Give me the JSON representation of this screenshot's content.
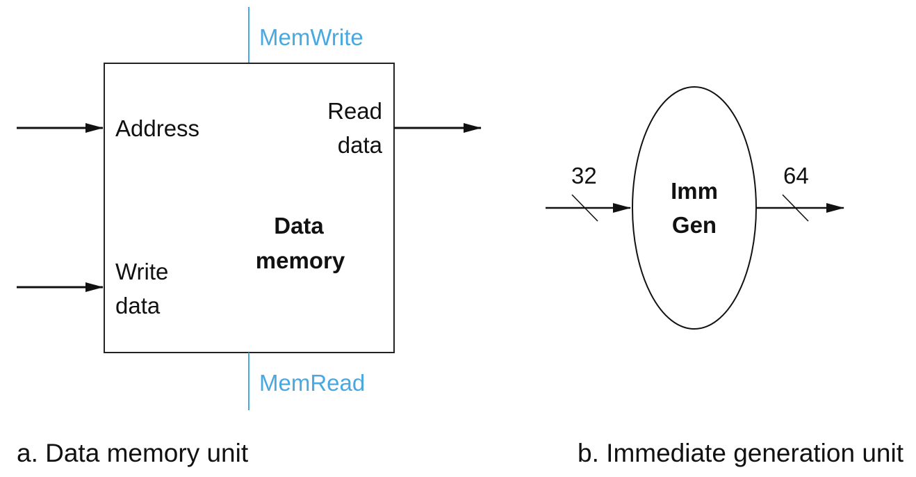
{
  "colors": {
    "control": "#4aa8e0",
    "ink": "#111111",
    "background": "#ffffff"
  },
  "data_memory": {
    "title_line1": "Data",
    "title_line2": "memory",
    "inputs": {
      "address": "Address",
      "write_data_line1": "Write",
      "write_data_line2": "data"
    },
    "outputs": {
      "read_data_line1": "Read",
      "read_data_line2": "data"
    },
    "control_signals": {
      "top": "MemWrite",
      "bottom": "MemRead"
    },
    "caption": "a. Data memory unit"
  },
  "imm_gen": {
    "title_line1": "Imm",
    "title_line2": "Gen",
    "input_width": "32",
    "output_width": "64",
    "caption": "b. Immediate generation unit"
  }
}
